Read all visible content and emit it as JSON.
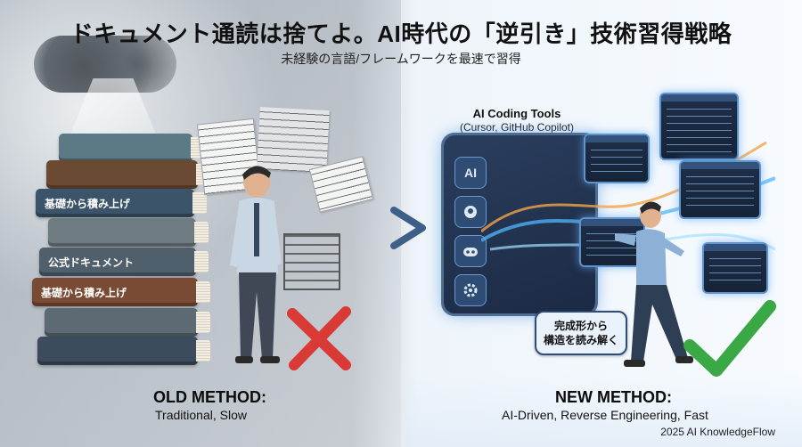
{
  "header": {
    "title": "ドキュメント通読は捨てよ。AI時代の「逆引き」技術習得戦略",
    "subtitle": "未経験の言語/フレームワークを最速で習得"
  },
  "left": {
    "book_labels": [
      "基礎から積み上げ",
      "公式ドキュメント",
      "基礎から積み上げ"
    ],
    "method_title": "OLD METHOD:",
    "method_desc": "Traditional, Slow"
  },
  "right": {
    "tool_title": "AI Coding Tools",
    "tool_sub": "(Cursor, GitHub Copilot)",
    "sidebar_icons": [
      "AI",
      "github-icon",
      "copilot-icon",
      "gear-icon"
    ],
    "bubble_lines": [
      "完成形から",
      "構造を読み解く"
    ],
    "method_title": "NEW METHOD:",
    "method_desc": "AI-Driven, Reverse Engineering, Fast"
  },
  "footer": {
    "credit": "2025 AI KnowledgeFlow"
  },
  "colors": {
    "cross": "#d93a36",
    "check": "#3aa845",
    "arrow": "#3e5f87",
    "glow": "#5f93cc"
  }
}
